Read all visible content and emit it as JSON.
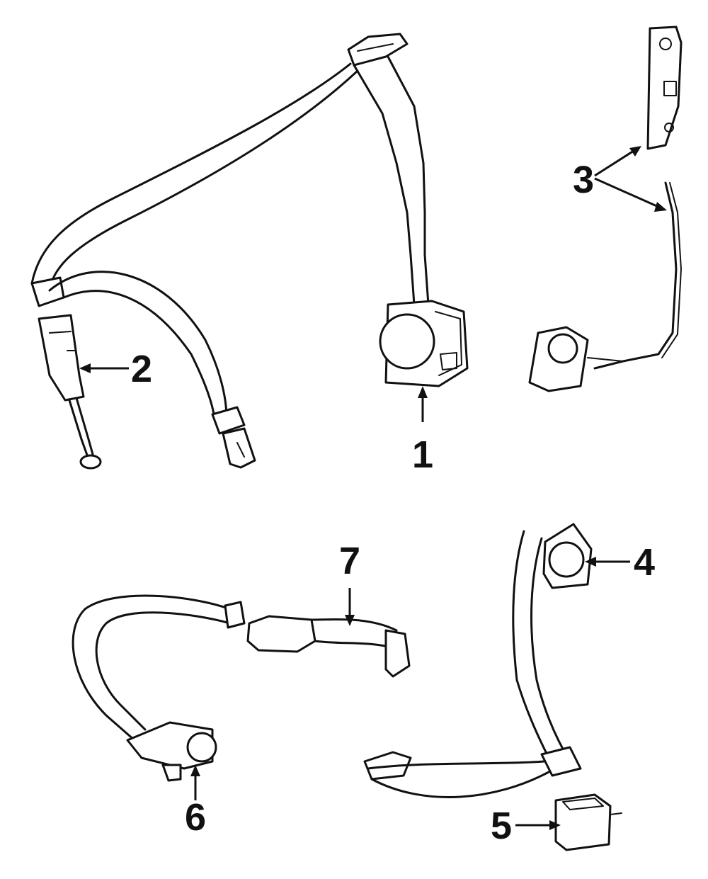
{
  "diagram": {
    "callouts": [
      {
        "id": "1",
        "label": "1"
      },
      {
        "id": "2",
        "label": "2"
      },
      {
        "id": "3",
        "label": "3"
      },
      {
        "id": "4",
        "label": "4"
      },
      {
        "id": "5",
        "label": "5"
      },
      {
        "id": "6",
        "label": "6"
      },
      {
        "id": "7",
        "label": "7"
      }
    ],
    "colors": {
      "ink": "#111111",
      "background": "#ffffff"
    }
  }
}
